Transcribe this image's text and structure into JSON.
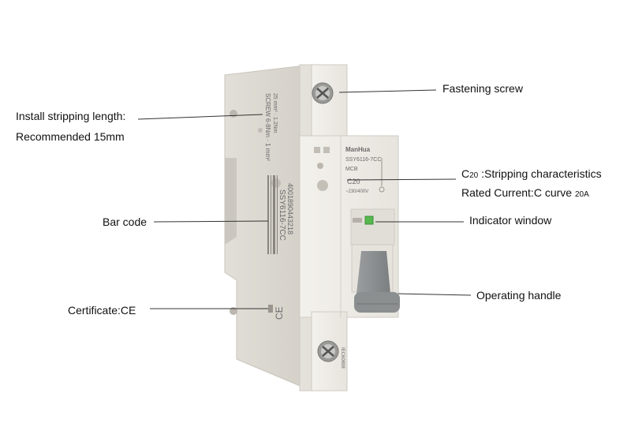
{
  "callouts": {
    "fastening_screw": "Fastening screw",
    "install_line1": "Install stripping length:",
    "install_line2": "Recommended 15mm",
    "stripping_prefix": "C",
    "stripping_code": "20",
    "stripping_text": ":Stripping characteristics",
    "rated_current": "Rated Current:C curve",
    "rated_value": "20A",
    "bar_code": "Bar code",
    "indicator_window": "Indicator window",
    "operating_handle": "Operating handle",
    "certificate": "Certificate:CE"
  },
  "product": {
    "brand": "ManHua",
    "model": "SSY6116-7CC",
    "type": "MCB",
    "rating": "C20",
    "voltage": "~230/400V",
    "side_model": "SSY6116-7CC",
    "barcode_number": "4001890443218",
    "ce_mark": "CE",
    "bottom_code": "IEC60898"
  },
  "colors": {
    "device_body": "#eeebe5",
    "device_shadow": "#d6d2ca",
    "handle": "#8f9394",
    "indicator": "#56b94f",
    "leader_line": "#333333"
  }
}
